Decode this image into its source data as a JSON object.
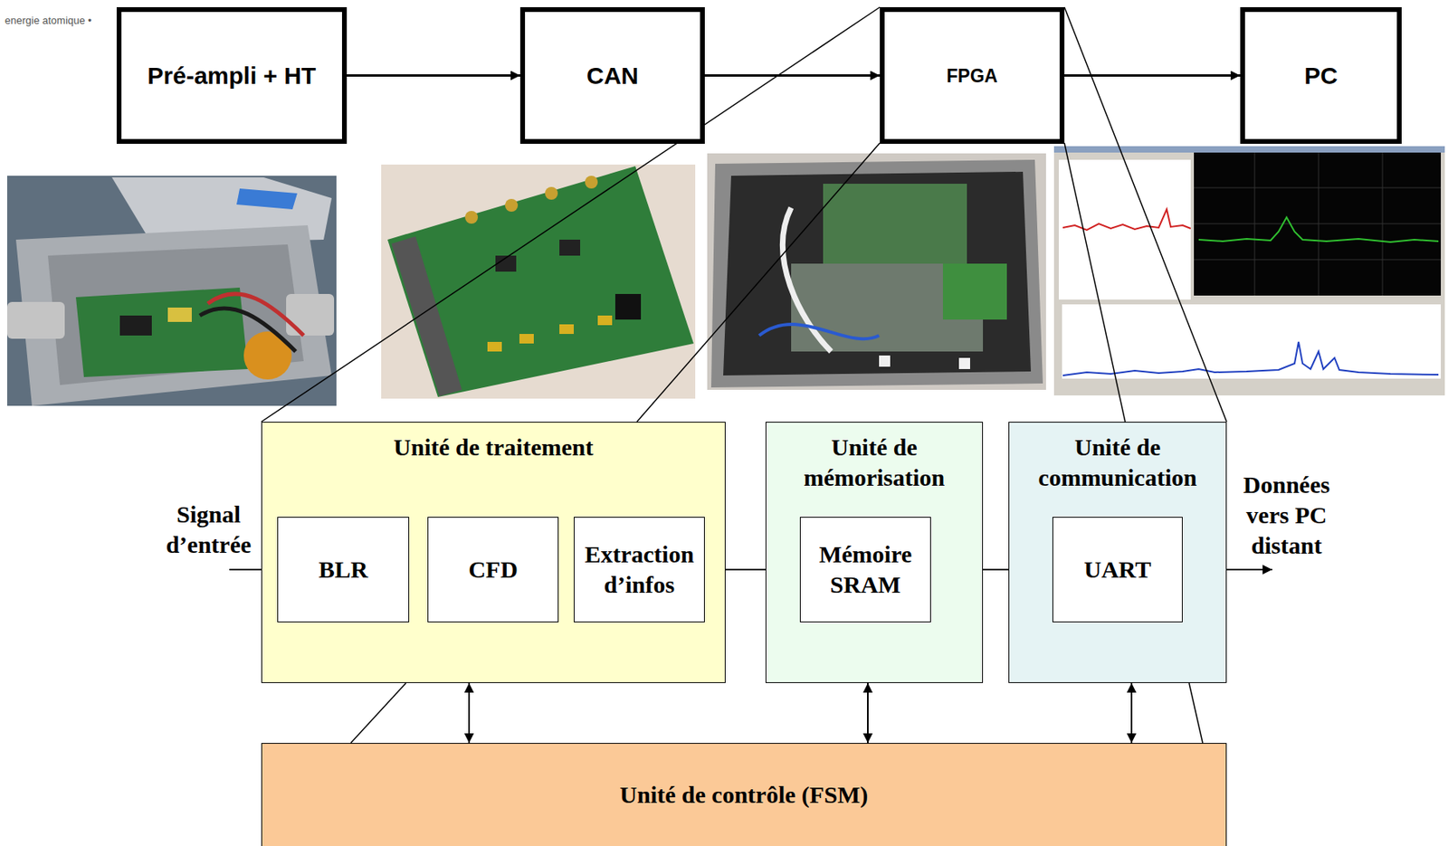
{
  "diagram": {
    "nodes": [
      {
        "text": [
          "Pré-ampli + HT"
        ]
      },
      {
        "text": [
          "CAN"
        ]
      },
      {
        "text": [
          "FPGA"
        ]
      },
      {
        "text": [
          "PC"
        ]
      },
      {
        "text": [
          "Unité de traitement"
        ]
      },
      {
        "text": [
          "BLR"
        ],
        "in": 4
      },
      {
        "text": [
          "CFD"
        ],
        "in": 4
      },
      {
        "text": [
          "Extraction d’infos"
        ],
        "in": 4
      },
      {
        "text": [
          "Unité de mémorisation"
        ]
      },
      {
        "text": [
          "Mémoire SRAM"
        ],
        "in": 8
      },
      {
        "text": [
          "Unité de communication"
        ]
      },
      {
        "text": [
          "UART"
        ],
        "in": 10
      },
      {
        "text": [
          "Unité de contrôle (FSM)"
        ]
      }
    ],
    "edges": [
      {
        "from": 0,
        "to": 1,
        "arrow": "to"
      },
      {
        "from": 1,
        "to": 2,
        "arrow": "to"
      },
      {
        "from": 2,
        "to": 3,
        "arrow": "to"
      },
      {
        "from": 5,
        "to": 6,
        "arrow": "to"
      },
      {
        "from": 6,
        "to": 7,
        "arrow": "to"
      },
      {
        "from": 7,
        "to": 9,
        "arrow": "to"
      },
      {
        "from": 9,
        "to": 11,
        "arrow": "to"
      },
      {
        "from": 4,
        "to": 12,
        "arrow": "both"
      },
      {
        "from": 8,
        "to": 12,
        "arrow": "both"
      },
      {
        "from": 10,
        "to": 12,
        "arrow": "both"
      }
    ],
    "labels": [
      "energie atomique •",
      "Signal d’entrée",
      "Données vers PC distant"
    ]
  }
}
